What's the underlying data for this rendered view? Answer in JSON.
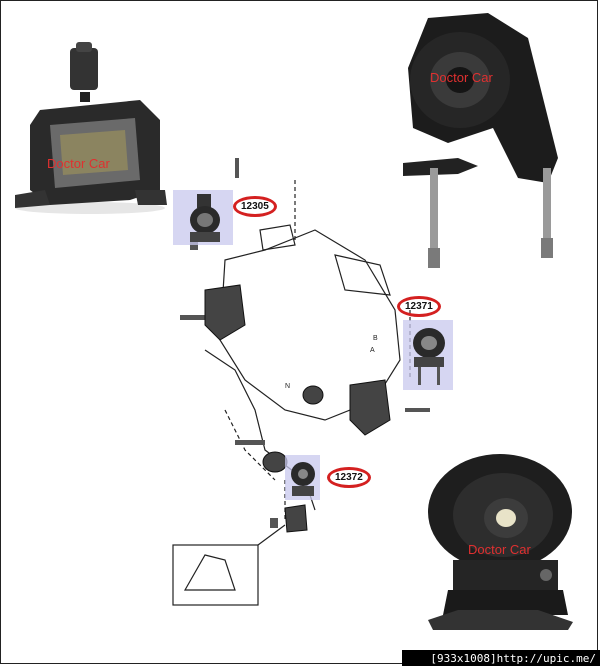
{
  "photos": {
    "top_left_watermark": "Doctor Car",
    "top_right_watermark": "Doctor Car",
    "bottom_right_watermark": "Doctor Car"
  },
  "diagram": {
    "labels": [
      "12305",
      "12371",
      "12372"
    ],
    "small_letters": [
      "A",
      "B",
      "N"
    ]
  },
  "footer": {
    "dimensions": "[933x1008]",
    "url": "http://upic.me/"
  },
  "colors": {
    "highlight": "#c8c8ee",
    "label_ring": "#d42020",
    "watermark": "#e03030"
  }
}
